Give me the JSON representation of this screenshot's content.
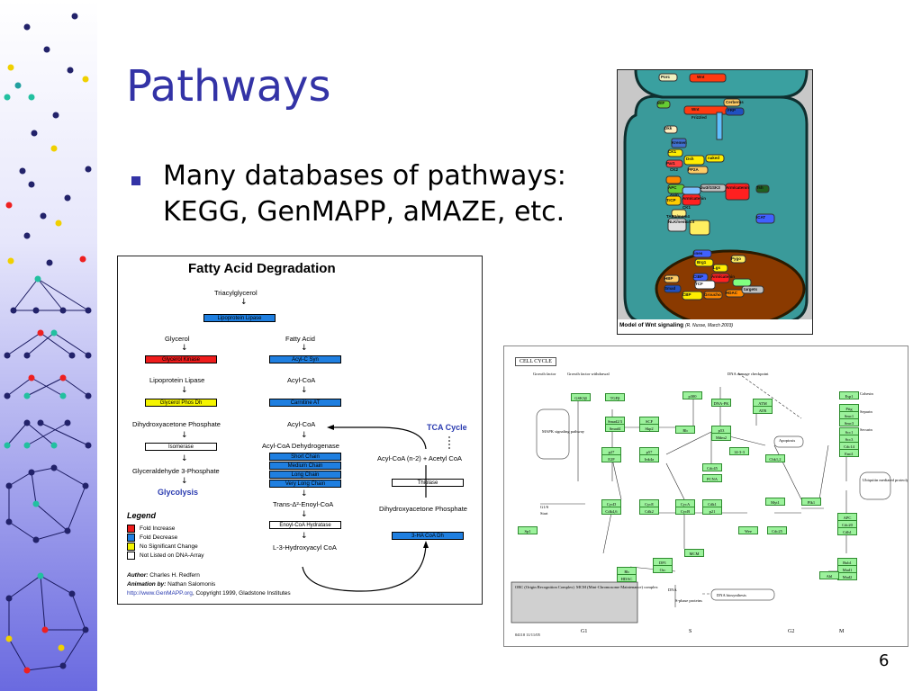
{
  "slide": {
    "title": "Pathways",
    "bullet": "Many databases of pathways: KEGG, GenMAPP, aMAZE, etc.",
    "page_number": "6"
  },
  "colors": {
    "title": "#3333a6",
    "sidebar_gradient_top": "#ffffff",
    "sidebar_gradient_bottom": "#6a6ae0"
  },
  "wnt_figure": {
    "labels": [
      "Porc",
      "Wnt",
      "WIF",
      "Cerberus",
      "FRP",
      "Wnt",
      "Frizzled",
      "Dkk",
      "Kremen",
      "CK1",
      "Dsh",
      "naked",
      "Par1",
      "PP2A",
      "CK2",
      "APC",
      "Axin",
      "zw3/GSK3",
      "Arm/catenin",
      "Tsh",
      "Arm/catenin",
      "ICAT",
      "TrCP",
      "CK1",
      "TAB1/mom4",
      "NLK/nemo/Lit",
      "lines",
      "Brg1",
      "Pygo",
      "Arm/catenin",
      "Lgs",
      "CtBP",
      "TCF",
      "HBP",
      "Smad",
      "CBP",
      "targets",
      "Groucho",
      "HDAC"
    ],
    "caption": "Model of Wnt signaling",
    "caption_credit": "(R. Nusse, March 2003)"
  },
  "fatty_figure": {
    "title": "Fatty Acid Degradation",
    "triacylglycerol": "Triacylglycerol",
    "lipoprotein_lipase": "Lipoprotein Lipase",
    "glycerol": "Glycerol",
    "fatty_acid": "Fatty Acid",
    "glycerol_kinase": "Glycerol Kinase",
    "acyl_c_syn": "Acyl-C Syn",
    "lipoprotein_lipase_text": "Lipoprotein Lipase",
    "acyl_coa_1": "Acyl-CoA",
    "glycerol_phos_dh": "Glycerol Phos Dh",
    "carnitine_at": "Carnitine AT",
    "dihydroxyacetone_phosphate": "Dihydroxyacetone Phosphate",
    "acyl_coa_2": "Acyl-CoA",
    "tca_cycle": "TCA Cycle",
    "isomerase": "Isomerase",
    "acyl_coa_dehydrogenase": "Acyl-CoA Dehydrogenase",
    "short_chain": "Short Chain",
    "medium_chain": "Medium Chain",
    "long_chain": "Long Chain",
    "very_long_chain": "Very Long Chain",
    "acyl_coa_n2": "Acyl-CoA (n-2) + Acetyl CoA",
    "glyceraldehyde": "Glyceraldehyde 3-Phosphate",
    "thiolase": "Thiolase",
    "glycolysis": "Glycolysis",
    "trans_enoyl": "Trans-Δ²-Enoyl-CoA",
    "dihydroxyacetone_phosphate_2": "Dihydroxyacetone Phosphate",
    "enoyl_coa_hydratase": "Enoyl-CoA Hydratase",
    "ha_coa_dh": "3-HA CoA Dh",
    "hydroxyacyl": "L-3-Hydroxyacyl CoA",
    "legend_title": "Legend",
    "legend_items": [
      "Fold Increase",
      "Fold Decrease",
      "No Significant Change",
      "Not Listed on DNA-Array"
    ],
    "legend_colors": [
      "#ee1c1c",
      "#1f7fe0",
      "#f4f400",
      "#ffffff"
    ],
    "author_label": "Author:",
    "author": "Charles H. Redfern",
    "animation_label": "Animation by:",
    "animation": "Nathan Salomonis",
    "url": "http://www.GenMAPP.org",
    "copyright": ", Copyright 1999, Gladstone Institutes"
  },
  "cell_figure": {
    "title": "CELL CYCLE",
    "phases": [
      "G1",
      "S",
      "G2",
      "M"
    ],
    "footer_code": "04110 11/11/05",
    "boxes": [
      "GSK3β",
      "TGFβ",
      "Smad2/3",
      "Smad4",
      "SCF",
      "Skp2",
      "Rb",
      "p300",
      "DNA-PK",
      "ATM",
      "ATR",
      "p53",
      "Mdm2",
      "CycD",
      "Cdk4,6",
      "CycE",
      "Cdk2",
      "CycA",
      "CycB",
      "Cdk1",
      "p21",
      "p27",
      "p57",
      "Ink4a",
      "E2F",
      "DP1",
      "Orc",
      "MCM",
      "Cdc45",
      "PCNA",
      "14-3-3",
      "Chk1,2",
      "Cdc25",
      "Wee",
      "Myt1",
      "Plk1",
      "APC",
      "Cdc20",
      "Cdh1",
      "Bub1",
      "Mad1",
      "Mad2",
      "Esp1",
      "Pttg",
      "Smc1",
      "Smc3",
      "Scc1",
      "Scc3",
      "Cdc14",
      "Emi1",
      "Abl",
      "HDAC",
      "Rb",
      "Sp1"
    ],
    "texts": [
      "Growth factor",
      "Growth factor withdrawal",
      "DNA damage checkpoint",
      "MAPK signaling pathway",
      "Apoptosis",
      "Cohesin",
      "Separin",
      "Securin",
      "Ubiquitin mediated proteolysis",
      "G1/S",
      "Start",
      "DNA",
      "S-phase proteins",
      "DNA biosynthesis",
      "ORC (Origin Recognition Complex)",
      "MCM (Mini-Chromosome Maintenance) complex"
    ]
  }
}
